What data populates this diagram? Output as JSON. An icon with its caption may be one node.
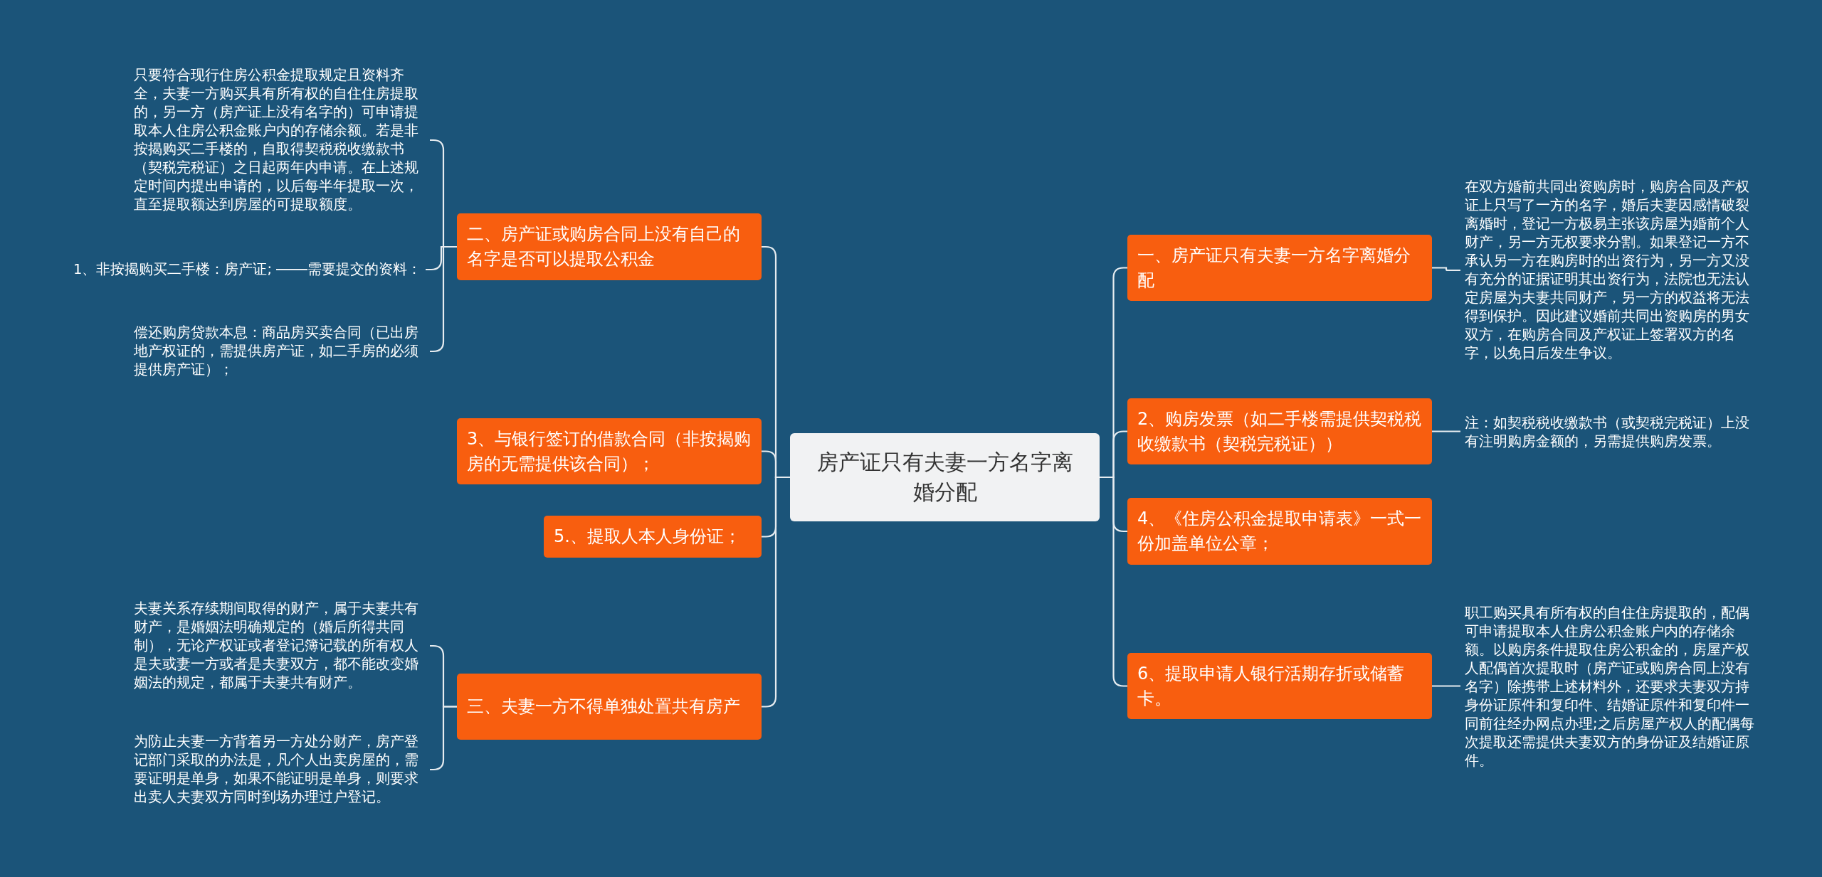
{
  "diagram": {
    "nodes": [
      {
        "text": [
          "房产证只有夫妻一方名字离婚分配"
        ]
      },
      {
        "text": [
          "二、房产证或购房合同上没有自己的名字是否可以提取公积金"
        ]
      },
      {
        "text": [
          "3、与银行签订的借款合同（非按揭购房的无需提供该合同）；"
        ]
      },
      {
        "text": [
          "5.、提取人本人身份证；"
        ]
      },
      {
        "text": [
          "三、夫妻一方不得单独处置共有房产"
        ]
      },
      {
        "text": [
          "一、房产证只有夫妻一方名字离婚分配"
        ]
      },
      {
        "text": [
          "2、购房发票（如二手楼需提供契税税收缴款书（契税完税证））"
        ]
      },
      {
        "text": [
          "4、《住房公积金提取申请表》一式一份加盖单位公章；"
        ]
      },
      {
        "text": [
          "6、提取申请人银行活期存折或储蓄卡。"
        ]
      },
      {
        "text": [
          "只要符合现行住房公积金提取规定且资料齐全，夫妻一方购买具有所有权的自住住房提取的，另一方（房产证上没有名字的）可申请提取本人住房公积金账户内的存储余额。若是非按揭购买二手楼的，自取得契税税收缴款书（契税完税证）之日起两年内申请。在上述规定时间内提出申请的，以后每半年提取一次，直至提取额达到房屋的可提取额度。"
        ]
      },
      {
        "text": [
          "需要提交的资料："
        ]
      },
      {
        "text": [
          "1、非按揭购买二手楼：房产证;"
        ]
      },
      {
        "text": [
          "偿还购房贷款本息：商品房买卖合同（已出房地产权证的，需提供房产证，如二手房的必须提供房产证）；"
        ]
      },
      {
        "text": [
          "夫妻关系存续期间取得的财产，属于夫妻共有财产，是婚姻法明确规定的（婚后所得共同制），无论产权证或者登记簿记载的所有权人是夫或妻一方或者是夫妻双方，都不能改变婚姻法的规定，都属于夫妻共有财产。"
        ]
      },
      {
        "text": [
          "为防止夫妻一方背着另一方处分财产，房产登记部门采取的办法是，凡个人出卖房屋的，需要证明是单身，如果不能证明是单身，则要求出卖人夫妻双方同时到场办理过户登记。"
        ]
      },
      {
        "text": [
          "在双方婚前共同出资购房时，购房合同及产权证上只写了一方的名字，婚后夫妻因感情破裂离婚时，登记一方极易主张该房屋为婚前个人财产，另一方无权要求分割。如果登记一方不承认另一方在购房时的出资行为，另一方又没有充分的证据证明其出资行为，法院也无法认定房屋为夫妻共同财产，另一方的权益将无法得到保护。因此建议婚前共同出资购房的男女双方，在购房合同及产权证上签署双方的名字，以免日后发生争议。"
        ]
      },
      {
        "text": [
          "注：如契税税收缴款书（或契税完税证）上没有注明购房金额的，另需提供购房发票。"
        ]
      },
      {
        "text": [
          "职工购买具有所有权的自住住房提取的，配偶可申请提取本人住房公积金账户内的存储余额。以购房条件提取住房公积金的，房屋产权人配偶首次提取时（房产证或购房合同上没有名字）除携带上述材料外，还要求夫妻双方持身份证原件和复印件、结婚证原件和复印件一同前往经办网点办理;之后房屋产权人的配偶每次提取还需提供夫妻双方的身份证及结婚证原件。"
        ]
      }
    ],
    "edges": [
      {
        "from": 0,
        "to": 1,
        "arrow": "none"
      },
      {
        "from": 0,
        "to": 2,
        "arrow": "none"
      },
      {
        "from": 0,
        "to": 3,
        "arrow": "none"
      },
      {
        "from": 0,
        "to": 4,
        "arrow": "none"
      },
      {
        "from": 0,
        "to": 5,
        "arrow": "none"
      },
      {
        "from": 0,
        "to": 6,
        "arrow": "none"
      },
      {
        "from": 0,
        "to": 7,
        "arrow": "none"
      },
      {
        "from": 0,
        "to": 8,
        "arrow": "none"
      },
      {
        "from": 1,
        "to": 9,
        "arrow": "none"
      },
      {
        "from": 1,
        "to": 10,
        "arrow": "none"
      },
      {
        "from": 1,
        "to": 12,
        "arrow": "none"
      },
      {
        "from": 10,
        "to": 11,
        "arrow": "none"
      },
      {
        "from": 4,
        "to": 13,
        "arrow": "none"
      },
      {
        "from": 4,
        "to": 14,
        "arrow": "none"
      },
      {
        "from": 5,
        "to": 15,
        "arrow": "none"
      },
      {
        "from": 6,
        "to": 16,
        "arrow": "none"
      },
      {
        "from": 8,
        "to": 17,
        "arrow": "none"
      }
    ]
  }
}
